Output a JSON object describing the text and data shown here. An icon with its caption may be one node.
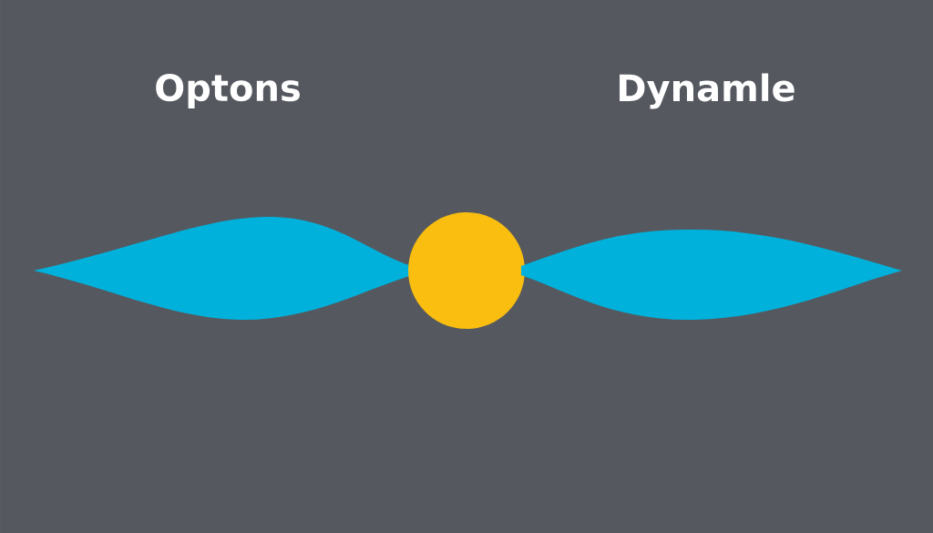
{
  "diagram": {
    "nodes": [
      {
        "text": [],
        "shape": "lens"
      },
      {
        "text": [],
        "shape": "circle"
      },
      {
        "text": [],
        "shape": "lens"
      }
    ],
    "labels": [
      "Optons",
      "Dynamle"
    ]
  }
}
